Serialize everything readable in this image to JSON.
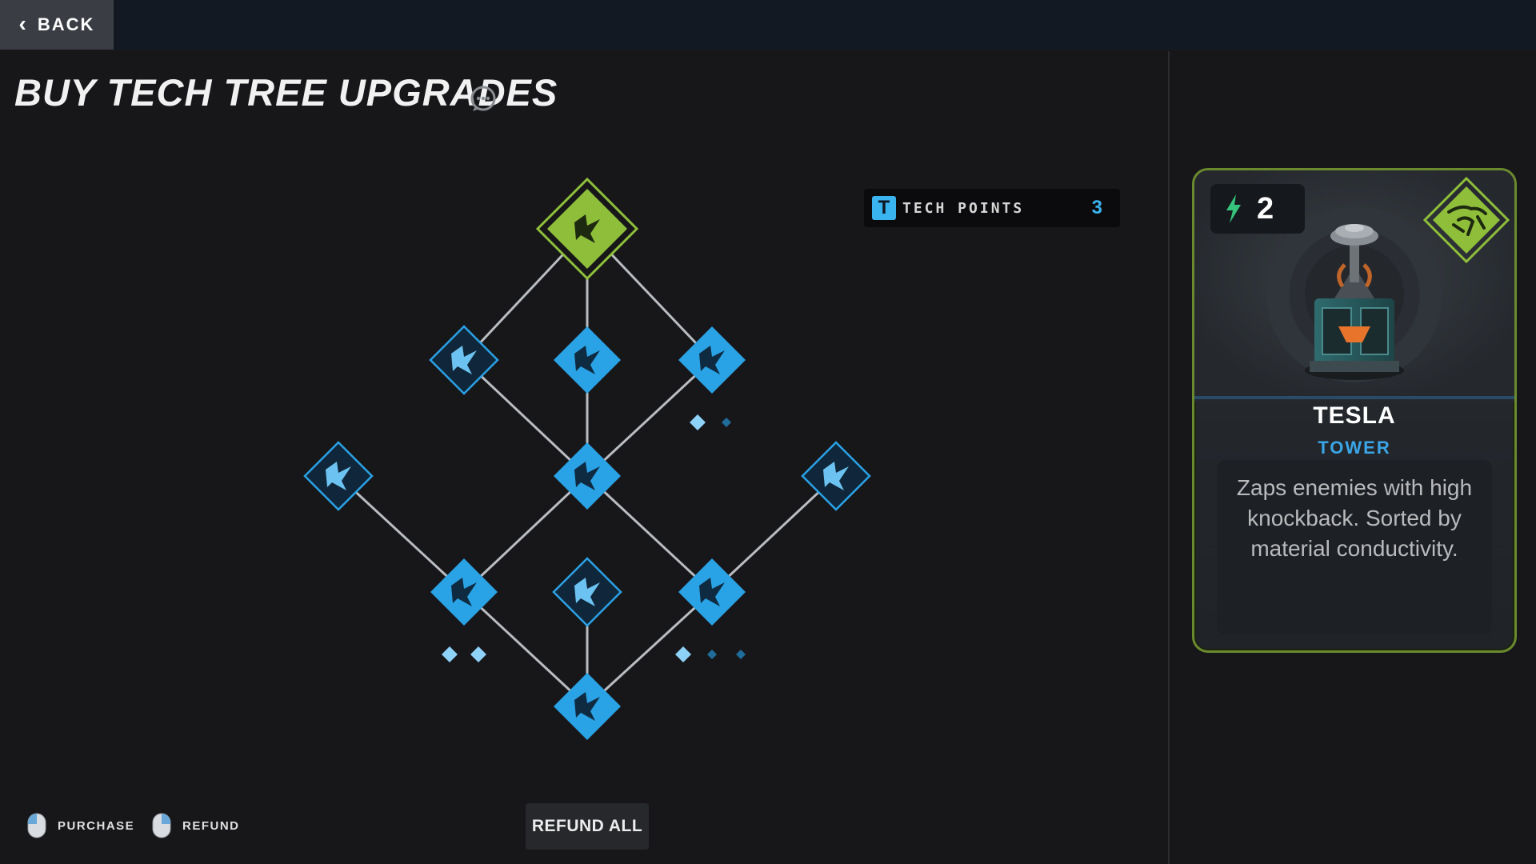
{
  "header": {
    "back_label": "BACK"
  },
  "page": {
    "title": "BUY TECH TREE UPGRADES"
  },
  "tech_points": {
    "badge": "T",
    "label": "TECH POINTS",
    "value": "3"
  },
  "colors": {
    "accent_blue": "#3ab4ef",
    "accent_green": "#8fbf3a",
    "bg": "#17171a",
    "topbar": "#121922"
  },
  "tree": {
    "nodes": [
      {
        "id": "root",
        "state": "purchased",
        "icon": "tesla-emblem-icon"
      },
      {
        "id": "l1-left",
        "state": "available",
        "icon": "lightning-bolts-icon"
      },
      {
        "id": "l1-mid",
        "state": "purchased-blue",
        "icon": "tesla-coil-icon"
      },
      {
        "id": "l1-right",
        "state": "purchased-blue",
        "icon": "circuit-board-icon",
        "pips_filled": 1,
        "pips_total": 2
      },
      {
        "id": "l2-far-left",
        "state": "available",
        "icon": "shock-orb-icon"
      },
      {
        "id": "l2-mid",
        "state": "purchased-blue",
        "icon": "lightning-shield-icon"
      },
      {
        "id": "l2-far-right",
        "state": "available",
        "icon": "claw-slash-icon"
      },
      {
        "id": "l3-left",
        "state": "purchased-blue",
        "icon": "spiked-wave-icon",
        "pips_filled": 2,
        "pips_total": 2
      },
      {
        "id": "l3-mid",
        "state": "available",
        "icon": "wrench-spark-icon"
      },
      {
        "id": "l3-right",
        "state": "purchased-blue",
        "icon": "chain-lightning-icon",
        "pips_filled": 1,
        "pips_total": 3
      },
      {
        "id": "l4-bottom",
        "state": "purchased-blue",
        "icon": "arc-nodes-icon"
      }
    ],
    "links": [
      [
        "root",
        "l1-left"
      ],
      [
        "root",
        "l1-mid"
      ],
      [
        "root",
        "l1-right"
      ],
      [
        "l1-left",
        "l2-mid"
      ],
      [
        "l1-mid",
        "l2-mid"
      ],
      [
        "l1-right",
        "l2-mid"
      ],
      [
        "l2-far-left",
        "l3-left"
      ],
      [
        "l2-mid",
        "l3-left"
      ],
      [
        "l2-mid",
        "l3-right"
      ],
      [
        "l2-far-right",
        "l3-right"
      ],
      [
        "l3-left",
        "l4-bottom"
      ],
      [
        "l3-mid",
        "l4-bottom"
      ],
      [
        "l3-right",
        "l4-bottom"
      ]
    ]
  },
  "card": {
    "cost": "2",
    "name": "TESLA",
    "type": "TOWER",
    "description": "Zaps enemies with high knockback. Sorted by material conductivity."
  },
  "hints": {
    "purchase": "PURCHASE",
    "refund": "REFUND"
  },
  "refund_all_label": "REFUND ALL"
}
